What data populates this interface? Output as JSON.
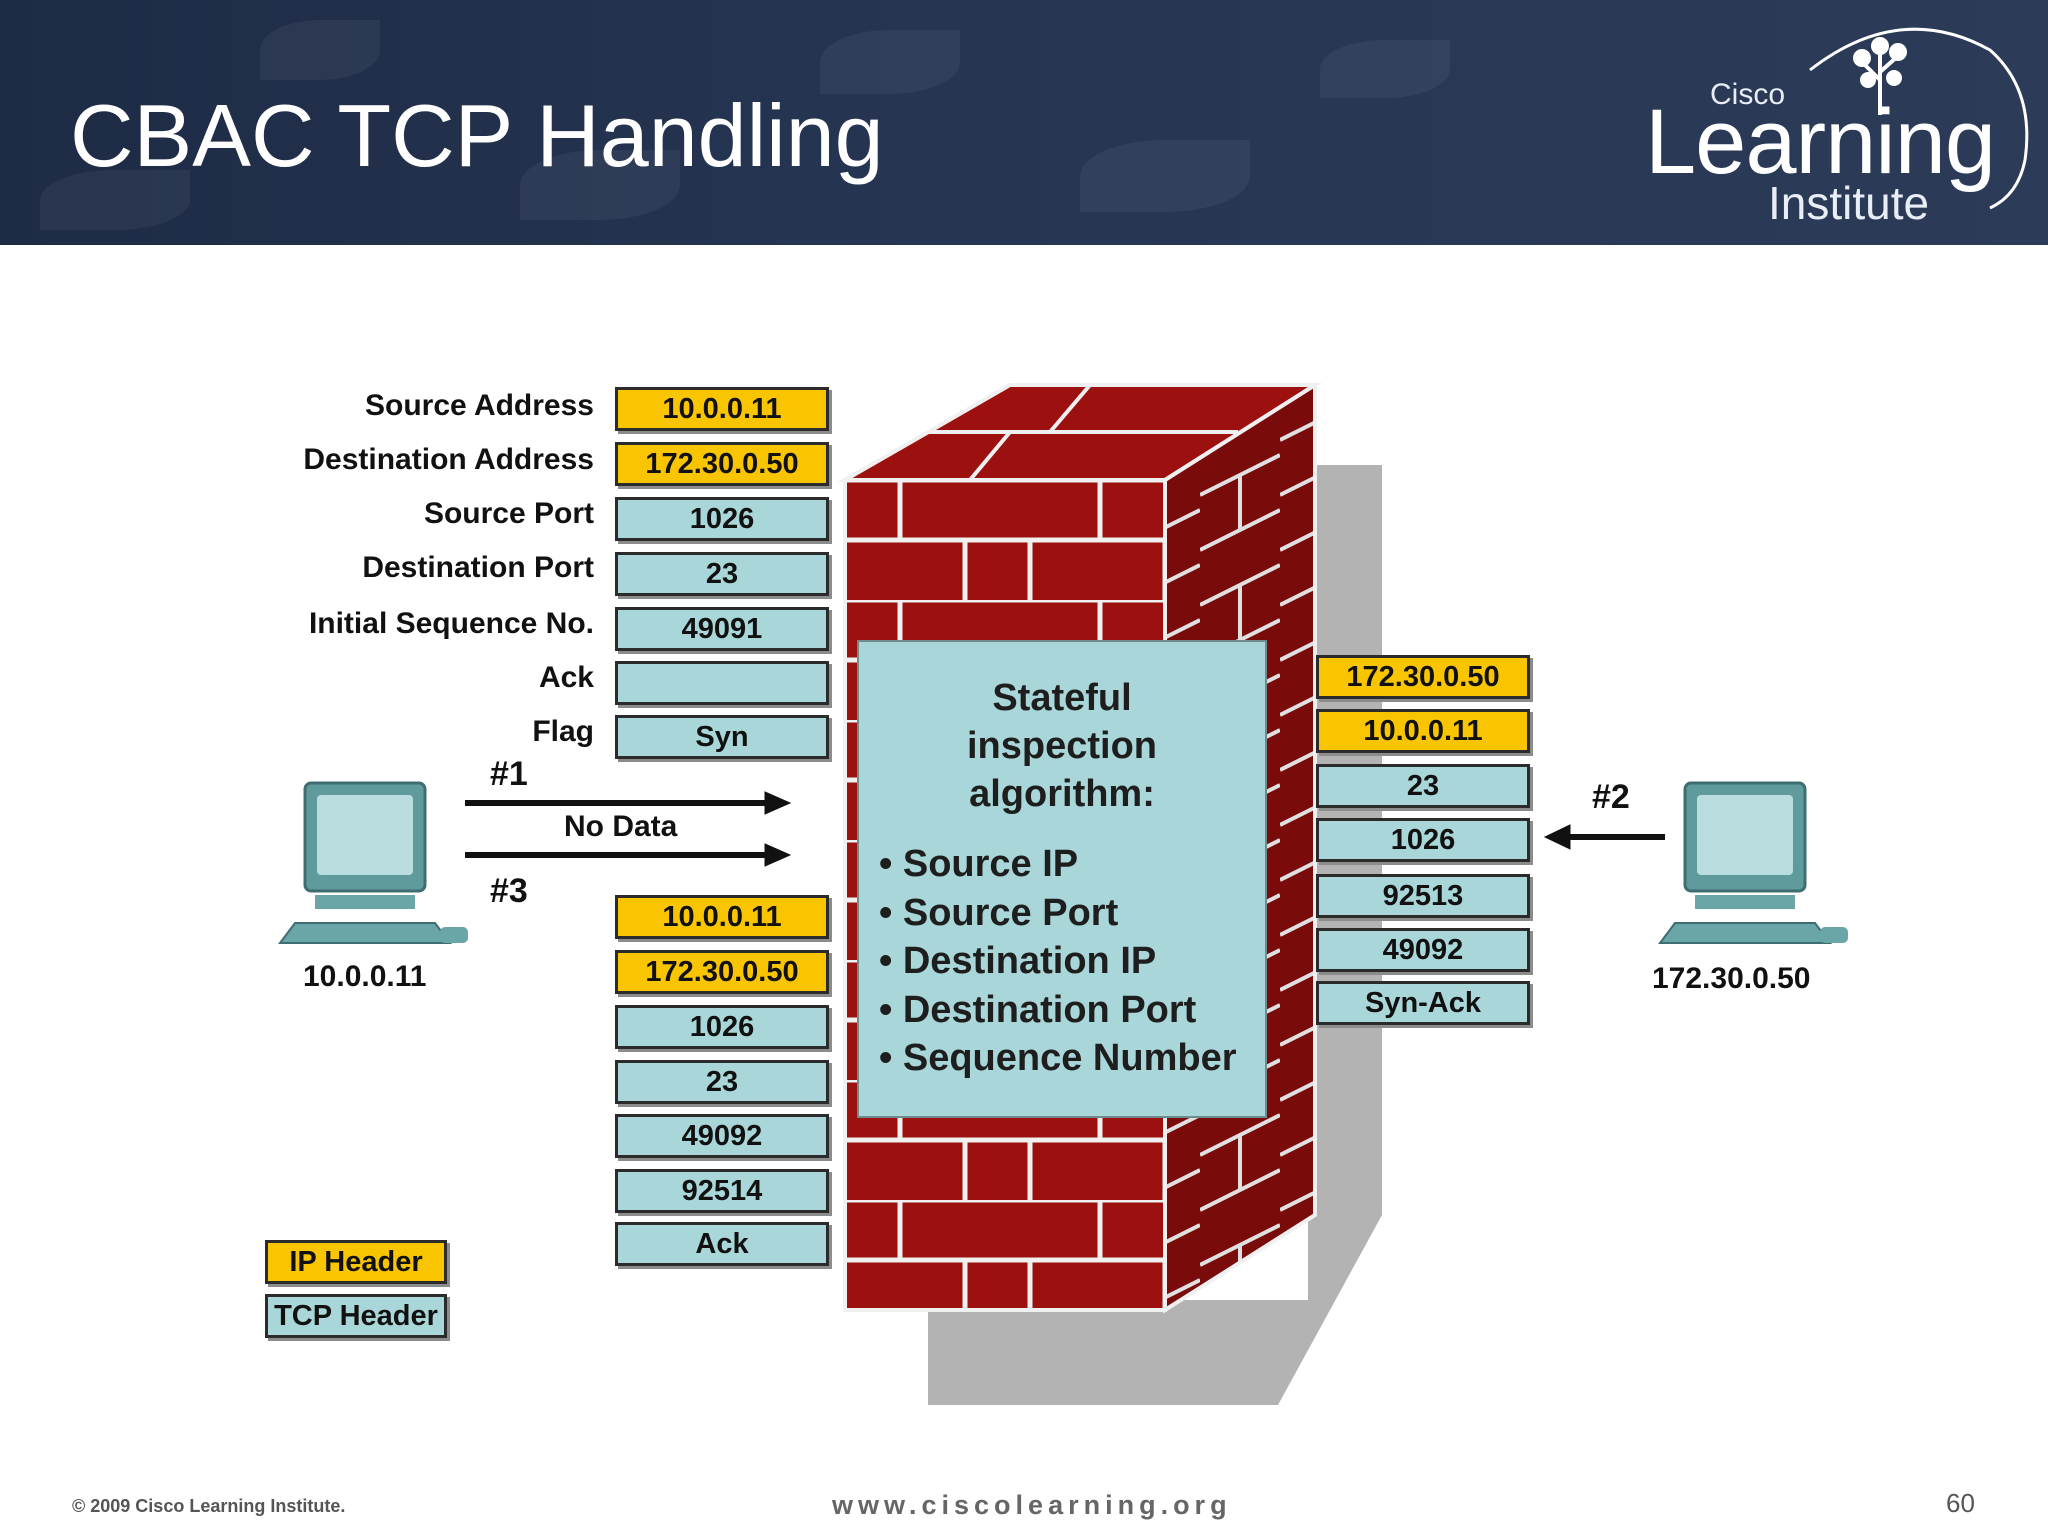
{
  "slide": {
    "title": "CBAC TCP Handling",
    "page_number": "60"
  },
  "logo": {
    "brand_top": "Cisco",
    "brand_main": "Learning",
    "brand_bottom": "Institute"
  },
  "field_labels": [
    "Source Address",
    "Destination Address",
    "Source Port",
    "Destination Port",
    "Initial Sequence No.",
    "Ack",
    "Flag"
  ],
  "packet1": [
    {
      "value": "10.0.0.11",
      "kind": "ip"
    },
    {
      "value": "172.30.0.50",
      "kind": "ip"
    },
    {
      "value": "1026",
      "kind": "tcp"
    },
    {
      "value": "23",
      "kind": "tcp"
    },
    {
      "value": "49091",
      "kind": "tcp"
    },
    {
      "value": "",
      "kind": "tcp"
    },
    {
      "value": "Syn",
      "kind": "tcp"
    }
  ],
  "packet2": [
    {
      "value": "172.30.0.50",
      "kind": "ip"
    },
    {
      "value": "10.0.0.11",
      "kind": "ip"
    },
    {
      "value": "23",
      "kind": "tcp"
    },
    {
      "value": "1026",
      "kind": "tcp"
    },
    {
      "value": "92513",
      "kind": "tcp"
    },
    {
      "value": "49092",
      "kind": "tcp"
    },
    {
      "value": "Syn-Ack",
      "kind": "tcp"
    }
  ],
  "packet3": [
    {
      "value": "10.0.0.11",
      "kind": "ip"
    },
    {
      "value": "172.30.0.50",
      "kind": "ip"
    },
    {
      "value": "1026",
      "kind": "tcp"
    },
    {
      "value": "23",
      "kind": "tcp"
    },
    {
      "value": "49092",
      "kind": "tcp"
    },
    {
      "value": "92514",
      "kind": "tcp"
    },
    {
      "value": "Ack",
      "kind": "tcp"
    }
  ],
  "markers": {
    "step1": "#1",
    "step2": "#2",
    "step3": "#3",
    "no_data": "No Data"
  },
  "hosts": {
    "left": "10.0.0.11",
    "right": "172.30.0.50"
  },
  "inspection": {
    "title_lines": [
      "Stateful",
      "inspection",
      "algorithm:"
    ],
    "items": [
      "• Source IP",
      "• Source Port",
      "• Destination IP",
      "• Destination Port",
      "• Sequence Number"
    ]
  },
  "legend": {
    "ip": "IP Header",
    "tcp": "TCP Header"
  },
  "colors": {
    "ip_header": "#f9c400",
    "tcp_header": "#a9d6d8",
    "firewall_brick": "#9c1010",
    "header_bg": "#243250"
  },
  "footer": {
    "copyright": "© 2009 Cisco Learning Institute.",
    "url": "www.ciscolearning.org"
  }
}
